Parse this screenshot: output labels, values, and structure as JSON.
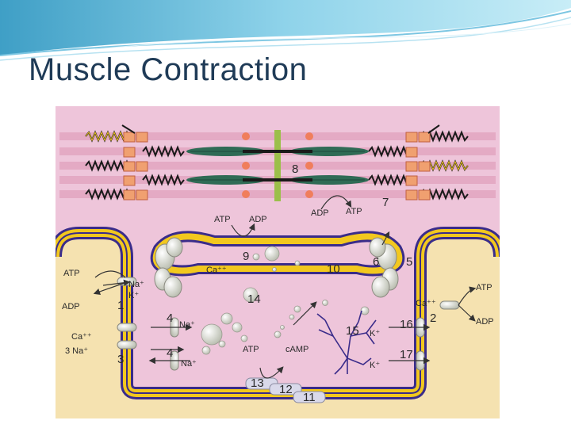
{
  "slide": {
    "title": "Muscle Contraction"
  },
  "diagram": {
    "numbers": [
      "1",
      "2",
      "3",
      "4",
      "4",
      "5",
      "6",
      "7",
      "8",
      "9",
      "10",
      "11",
      "12",
      "13",
      "14",
      "15",
      "16",
      "17"
    ],
    "labels": {
      "atp_top_left": "ATP",
      "adp_top_left": "ADP",
      "adp_top_right": "ADP",
      "atp_top_right": "ATP",
      "atp_left": "ATP",
      "adp_left": "ADP",
      "na_plus": "Na⁺",
      "k_plus": "K⁺",
      "ca_left": "Ca⁺⁺",
      "three_na": "3 Na⁺",
      "na_4a": "Na⁺",
      "na_4b": "Na⁺",
      "ca_sr_left": "Ca⁺⁺",
      "atp_center": "ATP",
      "camp": "cAMP",
      "k_16": "K⁺",
      "k_17": "K⁺",
      "atp_right": "ATP",
      "ca_right": "Ca⁺⁺",
      "adp_right": "ADP"
    }
  },
  "colors": {
    "cytoplasm": "#eec5da",
    "extracellular": "#f5e2b0",
    "membrane_yellow": "#f2c81e",
    "membrane_purple": "#3a2c8a",
    "actin": "#2f6b55",
    "myosin_head": "#f09070",
    "title": "#1f3b57"
  }
}
